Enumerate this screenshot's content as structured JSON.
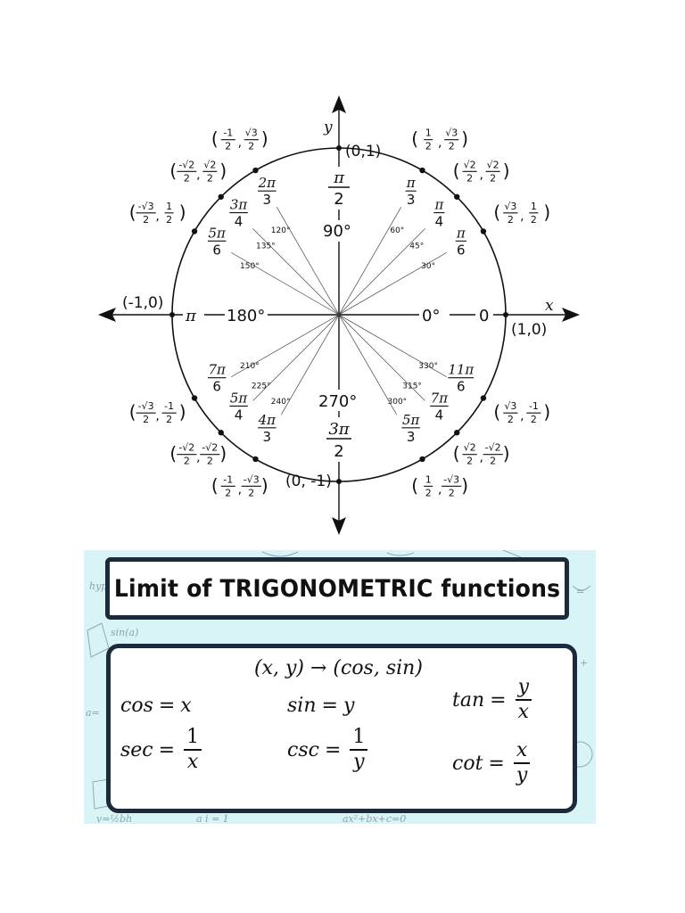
{
  "diagram": {
    "axes": {
      "x_label": "x",
      "y_label": "y",
      "left_point": "(-1,0)",
      "right_point": "(1,0)",
      "top_point": "(0,1)",
      "bottom_point": "(0, -1)"
    },
    "center_labels": {
      "deg_0": "0°",
      "rad_0": "0",
      "deg_90": "90°",
      "deg_180": "180°",
      "rad_180": "π",
      "deg_270": "270°"
    },
    "rad_90": {
      "num": "π",
      "den": "2"
    },
    "rad_270": {
      "num": "3π",
      "den": "2"
    },
    "points": [
      {
        "deg": 30,
        "deg_label": "30°",
        "rad_num": "π",
        "rad_den": "6",
        "cx": "√3",
        "cy": "1",
        "cx_neg": false,
        "cy_neg": false
      },
      {
        "deg": 45,
        "deg_label": "45°",
        "rad_num": "π",
        "rad_den": "4",
        "cx": "√2",
        "cy": "√2",
        "cx_neg": false,
        "cy_neg": false
      },
      {
        "deg": 60,
        "deg_label": "60°",
        "rad_num": "π",
        "rad_den": "3",
        "cx": "1",
        "cy": "√3",
        "cx_neg": false,
        "cy_neg": false
      },
      {
        "deg": 120,
        "deg_label": "120°",
        "rad_num": "2π",
        "rad_den": "3",
        "cx": "1",
        "cy": "√3",
        "cx_neg": true,
        "cy_neg": false
      },
      {
        "deg": 135,
        "deg_label": "135°",
        "rad_num": "3π",
        "rad_den": "4",
        "cx": "√2",
        "cy": "√2",
        "cx_neg": true,
        "cy_neg": false
      },
      {
        "deg": 150,
        "deg_label": "150°",
        "rad_num": "5π",
        "rad_den": "6",
        "cx": "√3",
        "cy": "1",
        "cx_neg": true,
        "cy_neg": false
      },
      {
        "deg": 210,
        "deg_label": "210°",
        "rad_num": "7π",
        "rad_den": "6",
        "cx": "√3",
        "cy": "1",
        "cx_neg": true,
        "cy_neg": true
      },
      {
        "deg": 225,
        "deg_label": "225°",
        "rad_num": "5π",
        "rad_den": "4",
        "cx": "√2",
        "cy": "√2",
        "cx_neg": true,
        "cy_neg": true
      },
      {
        "deg": 240,
        "deg_label": "240°",
        "rad_num": "4π",
        "rad_den": "3",
        "cx": "1",
        "cy": "√3",
        "cx_neg": true,
        "cy_neg": true
      },
      {
        "deg": 300,
        "deg_label": "300°",
        "rad_num": "5π",
        "rad_den": "3",
        "cx": "1",
        "cy": "√3",
        "cx_neg": false,
        "cy_neg": true
      },
      {
        "deg": 315,
        "deg_label": "315°",
        "rad_num": "7π",
        "rad_den": "4",
        "cx": "√2",
        "cy": "√2",
        "cx_neg": false,
        "cy_neg": true
      },
      {
        "deg": 330,
        "deg_label": "330°",
        "rad_num": "11π",
        "rad_den": "6",
        "cx": "√3",
        "cy": "1",
        "cx_neg": false,
        "cy_neg": true
      }
    ]
  },
  "card": {
    "title": "Limit of TRIGONOMETRIC functions",
    "mapping": "(x, y) → (cos, sin)",
    "cos": {
      "lhs": "cos",
      "rhs": "x"
    },
    "sin": {
      "lhs": "sin",
      "rhs": "y"
    },
    "tan": {
      "lhs": "tan",
      "num": "y",
      "den": "x"
    },
    "sec": {
      "lhs": "sec",
      "num": "1",
      "den": "x"
    },
    "csc": {
      "lhs": "csc",
      "num": "1",
      "den": "y"
    },
    "cot": {
      "lhs": "cot",
      "num": "x",
      "den": "y"
    },
    "equals": "="
  },
  "colors": {
    "card_background": "#d9f4f7",
    "box_border": "#1b2b3b"
  }
}
